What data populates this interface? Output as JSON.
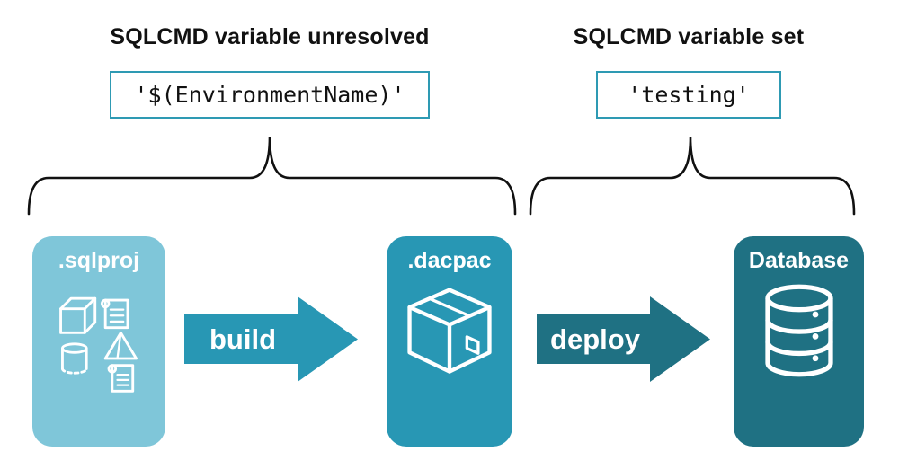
{
  "annotations": {
    "left": {
      "title": "SQLCMD variable unresolved",
      "code": "'$(EnvironmentName)'"
    },
    "right": {
      "title": "SQLCMD variable set",
      "code": "'testing'"
    }
  },
  "flow": {
    "nodes": [
      {
        "id": "sqlproj",
        "label": ".sqlproj",
        "icon": "sql-objects-icon"
      },
      {
        "id": "dacpac",
        "label": ".dacpac",
        "icon": "package-box-icon"
      },
      {
        "id": "database",
        "label": "Database",
        "icon": "database-cylinder-icon"
      }
    ],
    "arrows": [
      {
        "id": "build",
        "label": "build"
      },
      {
        "id": "deploy",
        "label": "deploy"
      }
    ]
  },
  "colors": {
    "background": "#FFFFFF",
    "sqlproj_bg": "#7FC6D9",
    "dacpac_bg": "#2897B4",
    "database_bg": "#1F7183",
    "build_arrow": "#2897B4",
    "deploy_arrow": "#1F7183",
    "code_border": "#2E9AB3",
    "brace_stroke": "#111111",
    "icon_stroke": "#FFFFFF",
    "text": "#111111"
  }
}
